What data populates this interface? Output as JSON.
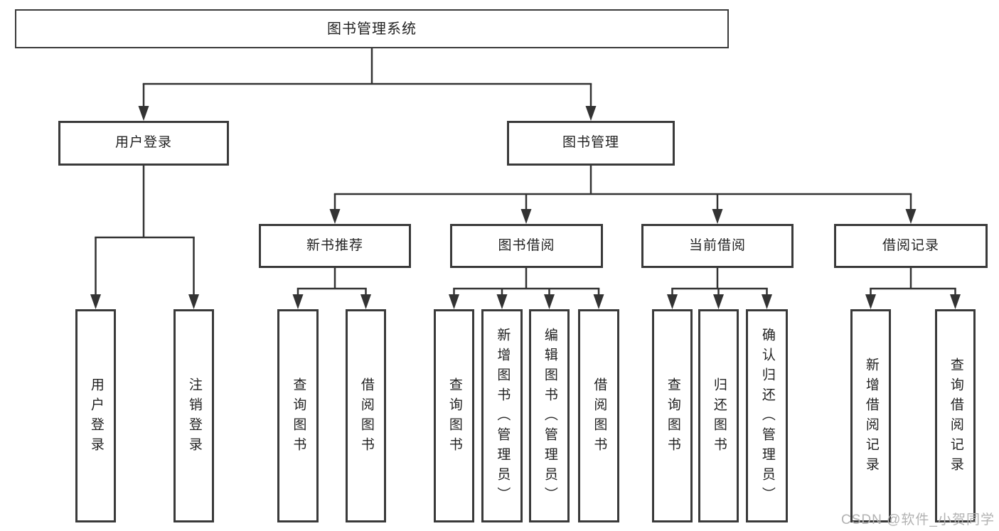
{
  "tree": {
    "label": "图书管理系统",
    "children": [
      {
        "label": "用户登录",
        "children": [
          {
            "label": "用户登录"
          },
          {
            "label": "注销登录"
          }
        ]
      },
      {
        "label": "图书管理",
        "children": [
          {
            "label": "新书推荐",
            "children": [
              {
                "label": "查询图书"
              },
              {
                "label": "借阅图书"
              }
            ]
          },
          {
            "label": "图书借阅",
            "children": [
              {
                "label": "查询图书"
              },
              {
                "label": "新增图书（管理员）"
              },
              {
                "label": "编辑图书（管理员）"
              },
              {
                "label": "借阅图书"
              }
            ]
          },
          {
            "label": "当前借阅",
            "children": [
              {
                "label": "查询图书"
              },
              {
                "label": "归还图书"
              },
              {
                "label": "确认归还（管理员）"
              }
            ]
          },
          {
            "label": "借阅记录",
            "children": [
              {
                "label": "新增借阅记录"
              },
              {
                "label": "查询借阅记录"
              }
            ]
          }
        ]
      }
    ]
  },
  "watermark": {
    "text": "CSDN @软件_小贺同学"
  },
  "colors": {
    "line": "#333333",
    "border": "#3a3a3a",
    "watermark": "#b2b2b2",
    "background": "#ffffff"
  }
}
